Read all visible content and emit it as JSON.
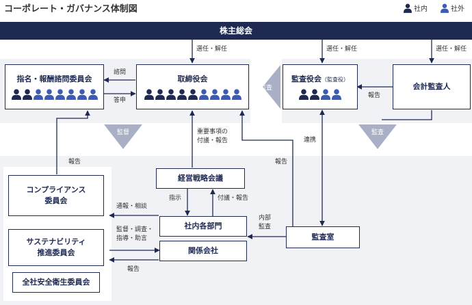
{
  "title": "コーポレート・ガバナンス体制図",
  "legend": {
    "internal": "社内",
    "external": "社外"
  },
  "colors": {
    "navy": "#1f2a52",
    "blue": "#3b5bb5",
    "triangle": "#a9b0c6",
    "panel": "#f0f2f6"
  },
  "boxes": {
    "shareholders": "株主総会",
    "nomination": "指名・報酬諮問委員会",
    "board": "取締役会",
    "auditboard": "監査役会",
    "auditboard_note": "（監査役）",
    "accountant": "会計監査人",
    "strategy": "経営戦略会議",
    "compliance_1": "コンプライアンス",
    "compliance_2": "委員会",
    "sustain_1": "サステナビリティ",
    "sustain_2": "推進委員会",
    "safety": "全社安全衛生委員会",
    "departments": "社内各部門",
    "affiliates": "関係会社",
    "internal_audit": "監査室"
  },
  "members": {
    "nomination": [
      "internal",
      "internal",
      "external",
      "external",
      "external",
      "external",
      "external",
      "external"
    ],
    "board": [
      "internal",
      "internal",
      "internal",
      "internal",
      "internal",
      "external",
      "external",
      "external",
      "external"
    ],
    "auditboard": [
      "internal",
      "internal",
      "external",
      "external"
    ]
  },
  "labels": {
    "elect1": "選任・解任",
    "elect2": "選任・解任",
    "elect3": "選任・解任",
    "consult": "諮問",
    "answer": "答申",
    "audit_tri": "監査",
    "report_acct": "報告",
    "supervise_tri": "監督",
    "audit_tri2": "監査",
    "important_1": "重要事項の",
    "important_2": "付議・報告",
    "cooperation": "連携",
    "report_left": "報告",
    "report_mid": "報告",
    "instruct": "指示",
    "refer_report": "付議・報告",
    "inform_consult": "通報・相談",
    "supervise_1": "監督・調査・",
    "supervise_2": "指導・助言",
    "report_bottom": "報告",
    "internal_1": "内部",
    "internal_2": "監査"
  }
}
